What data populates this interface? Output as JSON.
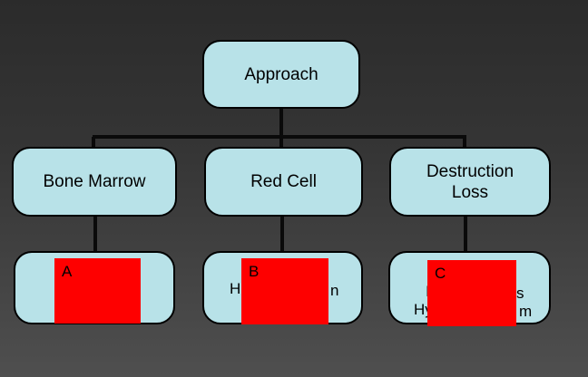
{
  "diagram": {
    "title_node": {
      "label": "Approach"
    },
    "level2": [
      {
        "line1": "Bone Marrow",
        "line2": ""
      },
      {
        "line1": "Red Cell",
        "line2": ""
      },
      {
        "line1": "Destruction",
        "line2": "Loss"
      }
    ],
    "level3": [
      {
        "overlay_letter": "A"
      },
      {
        "overlay_letter": "B",
        "frag_left": "H",
        "frag_right": "n"
      },
      {
        "overlay_letter": "C",
        "l1_left": "I",
        "l1_right": "s",
        "l2_left": "Hy",
        "l2_right": "m"
      }
    ]
  },
  "colors": {
    "box_fill": "#b8e2e8",
    "box_border": "#000000",
    "overlay_red": "#fe0000",
    "connector": "#0a0a0a",
    "background_top": "#2b2b2b",
    "background_bottom": "#4f4f4f"
  }
}
